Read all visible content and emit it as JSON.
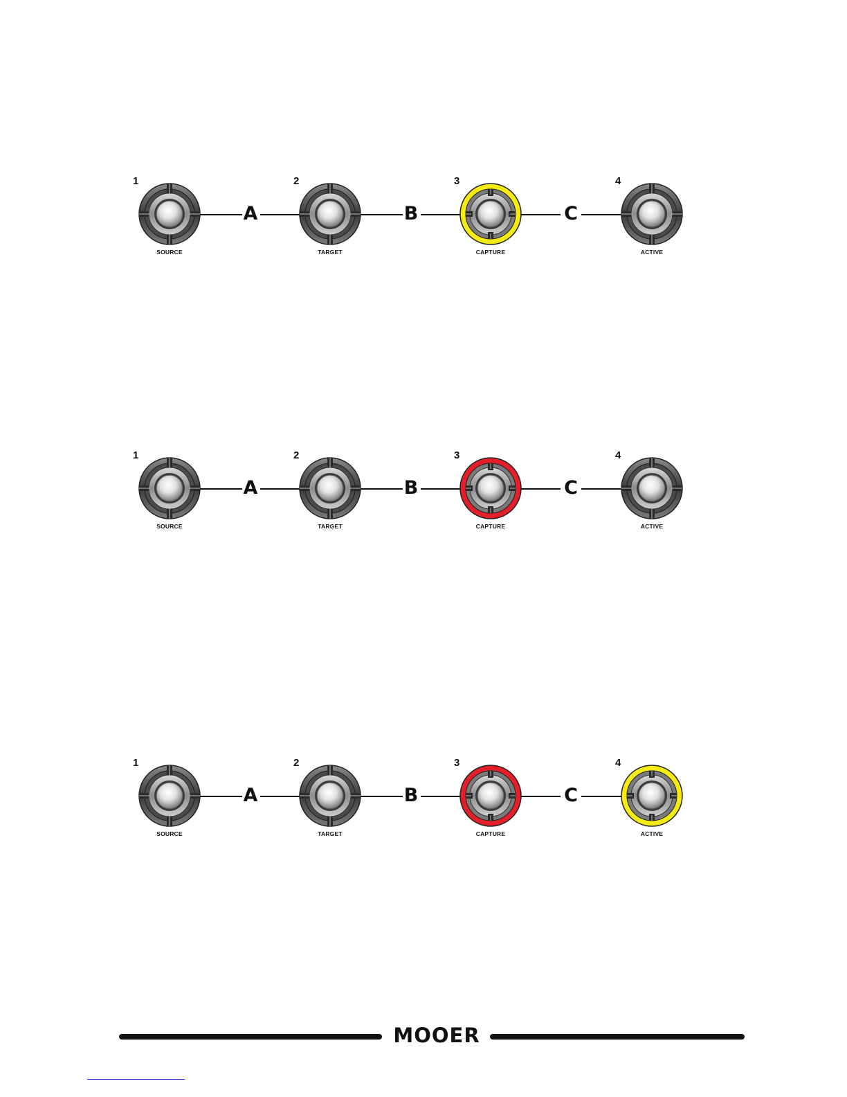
{
  "rows": [
    {
      "switches": [
        {
          "number": "1",
          "label": "SOURCE",
          "state": "off"
        },
        {
          "number": "2",
          "label": "TARGET",
          "state": "off"
        },
        {
          "number": "3",
          "label": "CAPTURE",
          "state": "yellow"
        },
        {
          "number": "4",
          "label": "ACTIVE",
          "state": "off"
        }
      ],
      "connectors": [
        "A",
        "B",
        "C"
      ]
    },
    {
      "switches": [
        {
          "number": "1",
          "label": "SOURCE",
          "state": "off"
        },
        {
          "number": "2",
          "label": "TARGET",
          "state": "off"
        },
        {
          "number": "3",
          "label": "CAPTURE",
          "state": "red"
        },
        {
          "number": "4",
          "label": "ACTIVE",
          "state": "off"
        }
      ],
      "connectors": [
        "A",
        "B",
        "C"
      ]
    },
    {
      "switches": [
        {
          "number": "1",
          "label": "SOURCE",
          "state": "off"
        },
        {
          "number": "2",
          "label": "TARGET",
          "state": "off"
        },
        {
          "number": "3",
          "label": "CAPTURE",
          "state": "red"
        },
        {
          "number": "4",
          "label": "ACTIVE",
          "state": "yellow"
        }
      ],
      "connectors": [
        "A",
        "B",
        "C"
      ]
    }
  ],
  "colors": {
    "yellow": "#f5ea14",
    "red": "#e3202a",
    "off": "#5b5b5b"
  },
  "footer": {
    "logo": "MOOER"
  }
}
